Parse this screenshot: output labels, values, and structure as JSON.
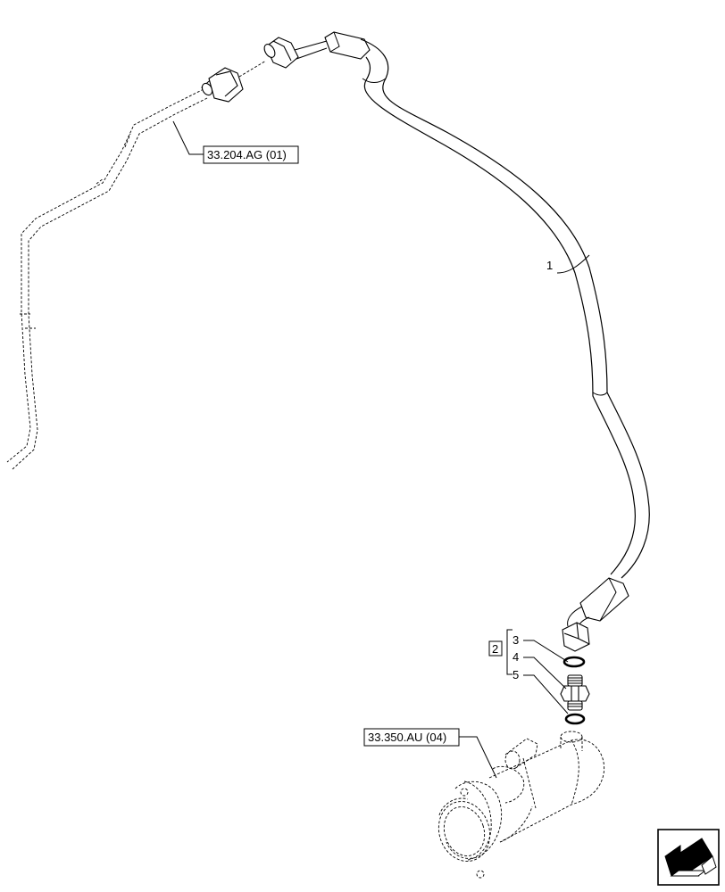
{
  "callouts": {
    "hose": "1",
    "kit": "2",
    "oring_upper": "3",
    "adapter": "4",
    "oring_lower": "5"
  },
  "references": {
    "pipe_ref": "33.204.AG (01)",
    "cylinder_ref": "33.350.AU (04)"
  },
  "icons": {
    "corner": "next-page-arrow-icon"
  }
}
